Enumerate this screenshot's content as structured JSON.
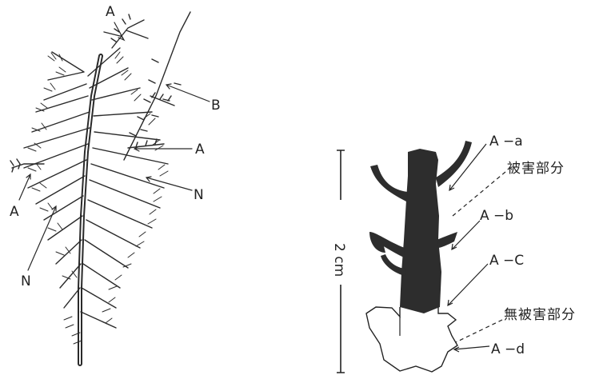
{
  "left_figure": {
    "labels": {
      "a_top": "A",
      "b": "B",
      "a_mid": "A",
      "n_right": "N",
      "a_left": "A",
      "n_left": "N"
    }
  },
  "right_figure": {
    "scale_label": "2 cm",
    "labels": {
      "a_a": "A −a",
      "a_b": "A −b",
      "a_c": "A −C",
      "a_d": "A −d",
      "damaged": "被害部分",
      "undamaged": "無被害部分"
    }
  }
}
